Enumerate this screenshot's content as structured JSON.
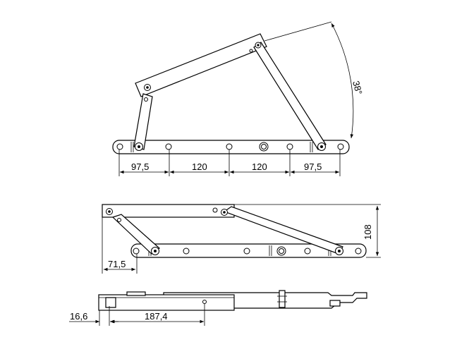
{
  "views": {
    "open": {
      "angle_label": "38°",
      "spacing_labels": [
        "97,5",
        "120",
        "120",
        "97,5"
      ]
    },
    "closed": {
      "height_label": "108",
      "offset_label": "71,5"
    },
    "side": {
      "edge_label": "16,6",
      "length_label": "187,4"
    }
  }
}
